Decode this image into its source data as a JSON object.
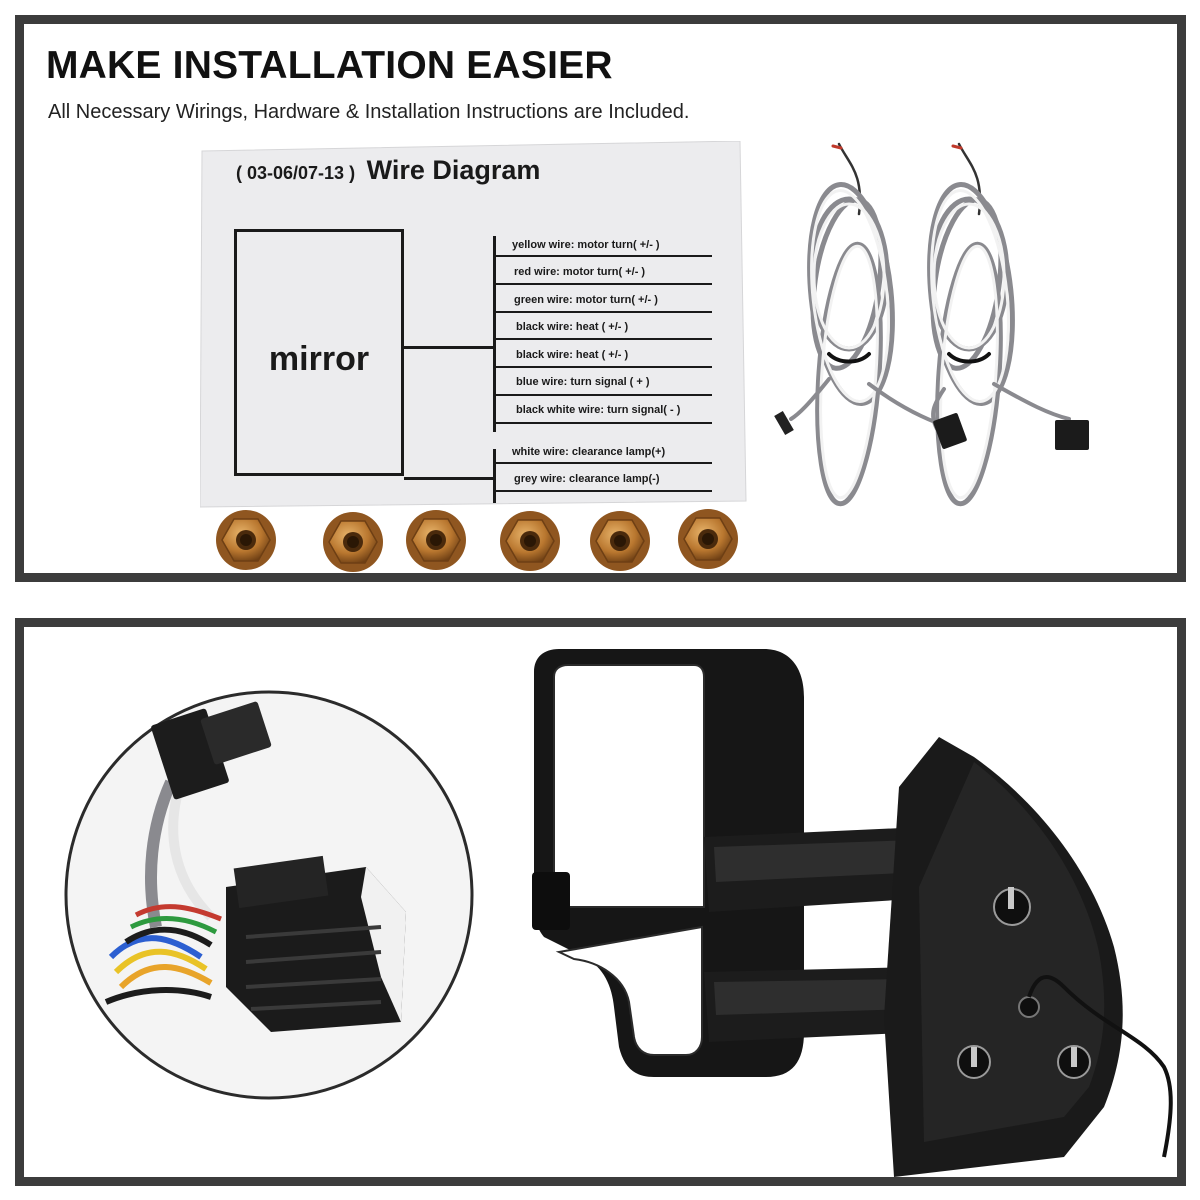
{
  "header": {
    "title": "MAKE INSTALLATION EASIER",
    "subtitle": "All Necessary Wirings, Hardware & Installation Instructions are Included."
  },
  "wire_diagram": {
    "title": "Wire  Diagram",
    "years": "( 03-06/07-13 )",
    "box_label": "mirror",
    "wires": [
      "yellow wire: motor turn( +/- )",
      "red wire: motor turn( +/- )",
      "green wire: motor turn( +/- )",
      "black wire: heat  ( +/- )",
      "black wire: heat  ( +/- )",
      "blue wire: turn signal  ( + )",
      "black white wire: turn signal( - )",
      "white wire: clearance lamp(+)",
      "grey wire: clearance lamp(-)"
    ]
  },
  "hardware": {
    "nut_count": 6,
    "harness_count": 2,
    "nut_color": "#b9772f",
    "wire_gray": "#8a8a8f",
    "wire_white": "#f2f2f2"
  },
  "colors": {
    "panel_border": "#3c3c3c",
    "mirror_body": "#161616"
  }
}
